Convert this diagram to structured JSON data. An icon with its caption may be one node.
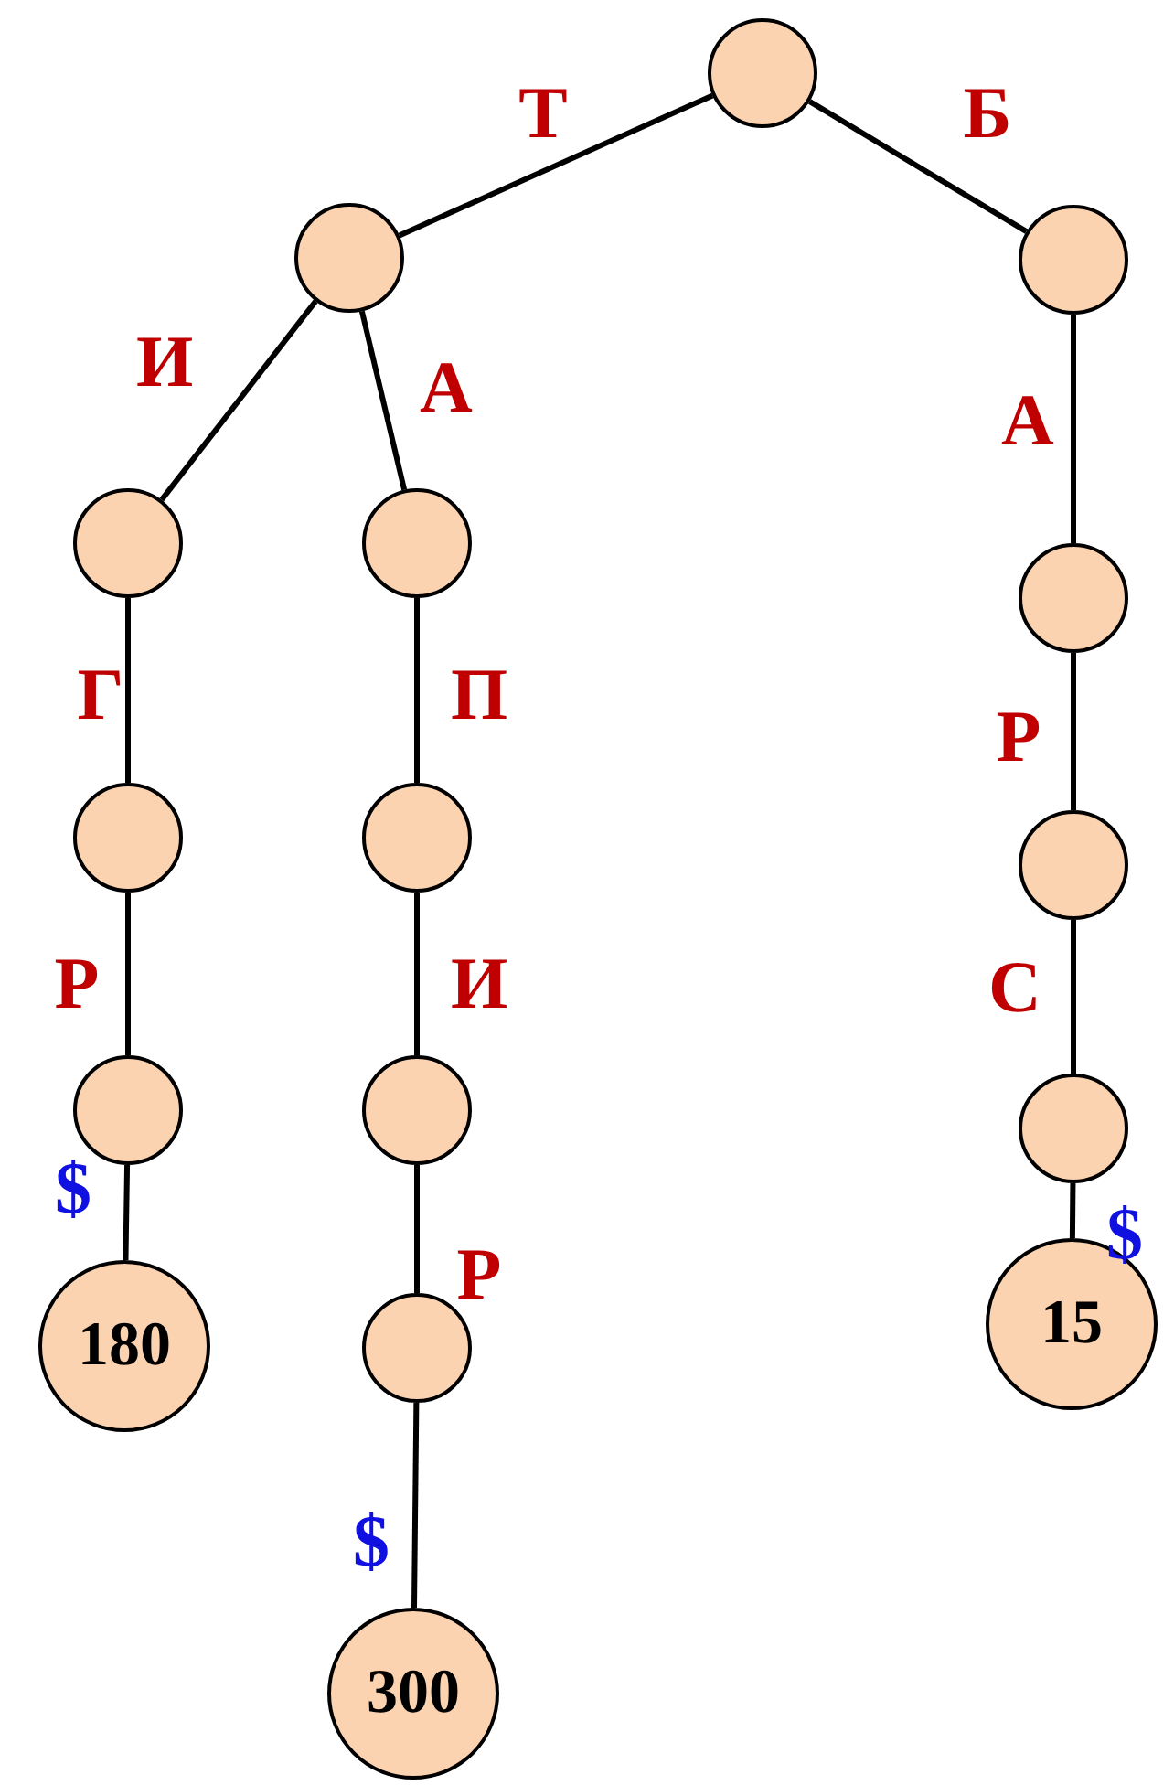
{
  "diagram": {
    "nodes": [
      {
        "text": [],
        "shape": "circle"
      },
      {
        "text": [],
        "shape": "circle"
      },
      {
        "text": [],
        "shape": "circle"
      },
      {
        "text": [],
        "shape": "circle"
      },
      {
        "text": [],
        "shape": "circle"
      },
      {
        "text": [],
        "shape": "circle"
      },
      {
        "text": [
          "180"
        ]
      },
      {
        "text": [],
        "shape": "circle"
      },
      {
        "text": [],
        "shape": "circle"
      },
      {
        "text": [],
        "shape": "circle"
      },
      {
        "text": [
          "300"
        ]
      },
      {
        "text": [],
        "shape": "circle"
      },
      {
        "text": [],
        "shape": "circle"
      },
      {
        "text": [],
        "shape": "circle"
      },
      {
        "text": [],
        "shape": "circle"
      },
      {
        "text": [
          "15"
        ]
      }
    ],
    "edges": [
      {
        "from": 0,
        "to": 1,
        "arrow": "none",
        "label": "Т"
      },
      {
        "from": 0,
        "to": 11,
        "arrow": "none",
        "label": "Б"
      },
      {
        "from": 1,
        "to": 2,
        "arrow": "none",
        "label": "И"
      },
      {
        "from": 1,
        "to": 3,
        "arrow": "none",
        "label": "А"
      },
      {
        "from": 2,
        "to": 4,
        "arrow": "none",
        "label": "Г"
      },
      {
        "from": 4,
        "to": 5,
        "arrow": "none",
        "label": "Р"
      },
      {
        "from": 5,
        "to": 6,
        "arrow": "none",
        "label": "$"
      },
      {
        "from": 3,
        "to": 7,
        "arrow": "none",
        "label": "П"
      },
      {
        "from": 7,
        "to": 8,
        "arrow": "none",
        "label": "И"
      },
      {
        "from": 8,
        "to": 9,
        "arrow": "none",
        "label": "Р"
      },
      {
        "from": 9,
        "to": 10,
        "arrow": "none",
        "label": "$"
      },
      {
        "from": 11,
        "to": 12,
        "arrow": "none",
        "label": "А"
      },
      {
        "from": 12,
        "to": 13,
        "arrow": "none",
        "label": "Р"
      },
      {
        "from": 13,
        "to": 14,
        "arrow": "none",
        "label": "С"
      },
      {
        "from": 14,
        "to": 15,
        "arrow": "none",
        "label": "$"
      }
    ]
  }
}
